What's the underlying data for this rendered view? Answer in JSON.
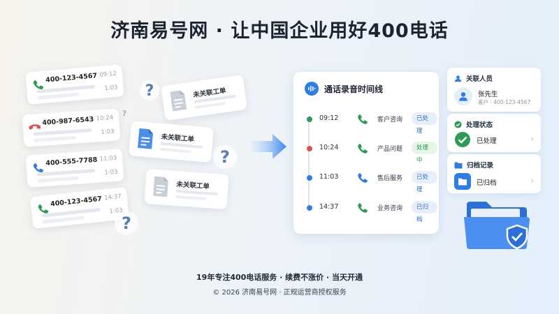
{
  "header": {
    "title": "济南易号网 · 让中国企业用好400电话"
  },
  "calls": [
    {
      "number": "400-123-4567",
      "time": "09:12",
      "duration": "1:03",
      "status": "answered"
    },
    {
      "number": "400-987-6543",
      "time": "10:24",
      "duration": "1:03",
      "status": "missed"
    },
    {
      "number": "400-555-7788",
      "time": "11:03",
      "duration": "1:03",
      "status": "answered"
    },
    {
      "number": "400-123-4567",
      "time": "14:37",
      "duration": "1:03",
      "status": "answered"
    }
  ],
  "tickets": [
    {
      "label": "未关联工单"
    },
    {
      "label": "未关联工单"
    },
    {
      "label": "未关联工单"
    }
  ],
  "question_mark": "?",
  "timeline": {
    "title": "通话录音时间线",
    "rows": [
      {
        "time": "09:12",
        "category": "客户咨询",
        "status": "已处理",
        "dot": "#2f9a55",
        "phone": "#2f9a55",
        "badge": "blue"
      },
      {
        "time": "10:24",
        "category": "产品问题",
        "status": "处理中",
        "dot": "#d9534f",
        "phone": "#2f9a55",
        "badge": "green"
      },
      {
        "time": "11:03",
        "category": "售后服务",
        "status": "已处理",
        "dot": "#2f7de1",
        "phone": "#2f7de1",
        "badge": "blue"
      },
      {
        "time": "14:37",
        "category": "业务咨询",
        "status": "已归档",
        "dot": "#2f7de1",
        "phone": "#2f9a55",
        "badge": "blue"
      }
    ]
  },
  "contact_card": {
    "header": "关联人员",
    "name": "张先生",
    "detail": "客户 · 400-123-4567"
  },
  "status_card": {
    "header": "处理状态",
    "value": "已处理"
  },
  "archive_card": {
    "header": "归档记录",
    "value": "已归档"
  },
  "footer": {
    "line1": "19年专注400电话服务 · 续费不涨价 · 当天开通",
    "line2": "© 2026 济南易号网 · 正规运营商授权服务"
  },
  "colors": {
    "accent": "#2f7de1",
    "green": "#2f9a55",
    "red": "#d9534f"
  }
}
